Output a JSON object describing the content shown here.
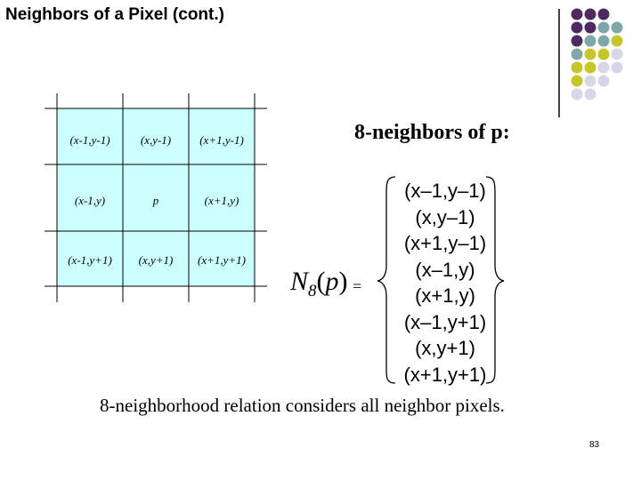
{
  "slide": {
    "title": "Neighbors of a Pixel (cont.)",
    "page_number": "83",
    "colors": {
      "cell_fill": "#ccffff",
      "decor_purple": "#4f2a62",
      "decor_teal": "#7fa6a8",
      "decor_olive": "#c4c62c",
      "decor_lavender": "#d6d6e6"
    }
  },
  "grid": {
    "rows": [
      [
        "(x-1,y-1)",
        "(x,y-1)",
        "(x+1,y-1)"
      ],
      [
        "(x-1,y)",
        "p",
        "(x+1,y)"
      ],
      [
        "(x-1,y+1)",
        "(x,y+1)",
        "(x+1,y+1)"
      ]
    ]
  },
  "heading": "8-neighbors of p:",
  "formula": {
    "lhs_symbol": "N",
    "lhs_subscript": "8",
    "lhs_open": "(",
    "lhs_arg": "p",
    "lhs_close": ")",
    "equals": "=",
    "set": [
      "(x–1,y–1)",
      "(x,y–1)",
      "(x+1,y–1)",
      "(x–1,y)",
      "(x+1,y)",
      "(x–1,y+1)",
      "(x,y+1)",
      "(x+1,y+1)"
    ]
  },
  "caption": "8-neighborhood relation considers all neighbor pixels."
}
